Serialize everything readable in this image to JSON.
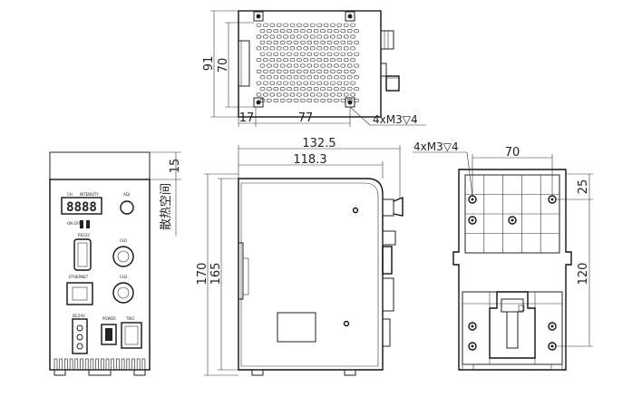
{
  "top_view": {
    "dims": {
      "height_outer": "91",
      "height_inner": "70",
      "width_left": "17",
      "width_main": "77"
    },
    "callout": "4xM3▽4"
  },
  "side_view": {
    "dims": {
      "length_outer": "132.5",
      "length_inner": "118.3",
      "height_outer": "170",
      "height_inner": "165"
    }
  },
  "back_view": {
    "dims": {
      "width": "70",
      "offset_top": "25",
      "spacing": "120"
    },
    "callout": "4xM3▽4"
  },
  "front_view": {
    "dims": {
      "clearance": "15"
    },
    "clearance_label": "散热空间",
    "panel_labels": {
      "ch": "CH",
      "intensity": "INTENSITY",
      "adj": "ADJ",
      "on_off": "ON OFF",
      "rs232": "RS232",
      "ch1": "CH1",
      "ch2": "CH2",
      "ethernet": "ETHERNET",
      "dc24v": "DC24V",
      "power": "POWER",
      "trig": "TRIG"
    },
    "display_digits": "8888"
  }
}
